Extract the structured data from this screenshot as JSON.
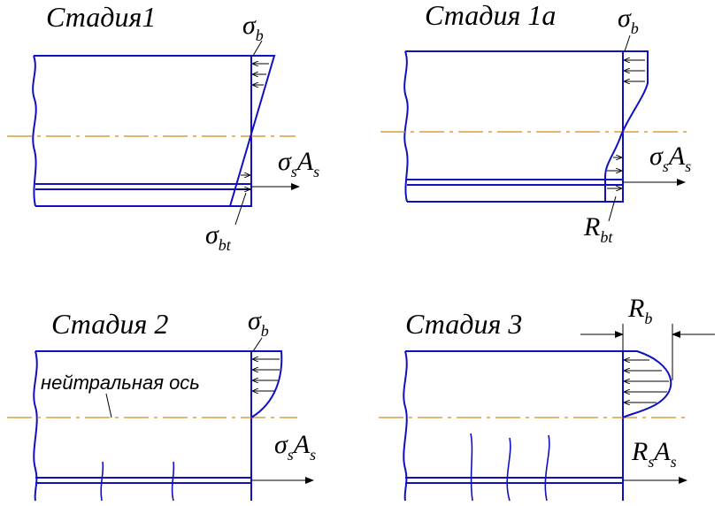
{
  "stages": [
    {
      "title": "Стадия1",
      "top_stress": {
        "symbol": "σ",
        "subscript": "b"
      },
      "rebar_force": {
        "s1": "σ",
        "sub1": "s",
        "s2": "A",
        "sub2": "s"
      },
      "bottom_stress": {
        "symbol": "σ",
        "subscript": "bt"
      }
    },
    {
      "title": "Стадия 1а",
      "top_stress": {
        "symbol": "σ",
        "subscript": "b"
      },
      "rebar_force": {
        "s1": "σ",
        "sub1": "s",
        "s2": "A",
        "sub2": "s"
      },
      "bottom_stress": {
        "symbol": "R",
        "subscript": "bt"
      }
    },
    {
      "title": "Стадия 2",
      "top_stress": {
        "symbol": "σ",
        "subscript": "b"
      },
      "rebar_force": {
        "s1": "σ",
        "sub1": "s",
        "s2": "A",
        "sub2": "s"
      },
      "axis_label": "нейтральная ось"
    },
    {
      "title": "Стадия 3",
      "top_stress": {
        "symbol": "R",
        "subscript": "b"
      },
      "rebar_force": {
        "s1": "R",
        "sub1": "s",
        "s2": "A",
        "sub2": "s"
      }
    }
  ],
  "colors": {
    "beam": "#1010c0",
    "neutral_axis": "#d08a1a",
    "arrows": "#000000"
  }
}
